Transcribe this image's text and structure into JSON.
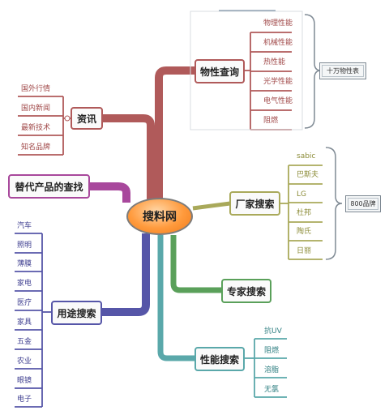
{
  "center": "搜料网",
  "branches": {
    "physical": {
      "label": "物性查询",
      "items": [
        "物理性能",
        "机械性能",
        "热性能",
        "光学性能",
        "电气性能",
        "阻燃"
      ],
      "summary": "十万物性表"
    },
    "news": {
      "label": "资讯",
      "items": [
        "国外行情",
        "国内新闻",
        "最新技术",
        "知名品牌"
      ]
    },
    "substitute": {
      "label": "替代产品的查找"
    },
    "vendors": {
      "label": "厂家搜索",
      "items": [
        "sabic",
        "巴斯夫",
        "LG",
        "杜邦",
        "陶氏",
        "日丽"
      ],
      "summary": "800品牌"
    },
    "experts": {
      "label": "专家搜索"
    },
    "usage": {
      "label": "用途搜索",
      "items": [
        "汽车",
        "照明",
        "薄膜",
        "家电",
        "医疗",
        "家具",
        "五金",
        "农业",
        "眼镜",
        "电子"
      ]
    },
    "performance": {
      "label": "性能搜索",
      "items": [
        "抗UV",
        "阻燃",
        "溶脂",
        "无氯"
      ]
    }
  },
  "colors": {
    "physical": "#b05a5a",
    "news": "#b05a5a",
    "substitute": "#a8489c",
    "vendors": "#a9a95a",
    "experts": "#5aa05a",
    "usage": "#5656a8",
    "performance": "#5aa8aa",
    "center": "#f08a2c"
  }
}
